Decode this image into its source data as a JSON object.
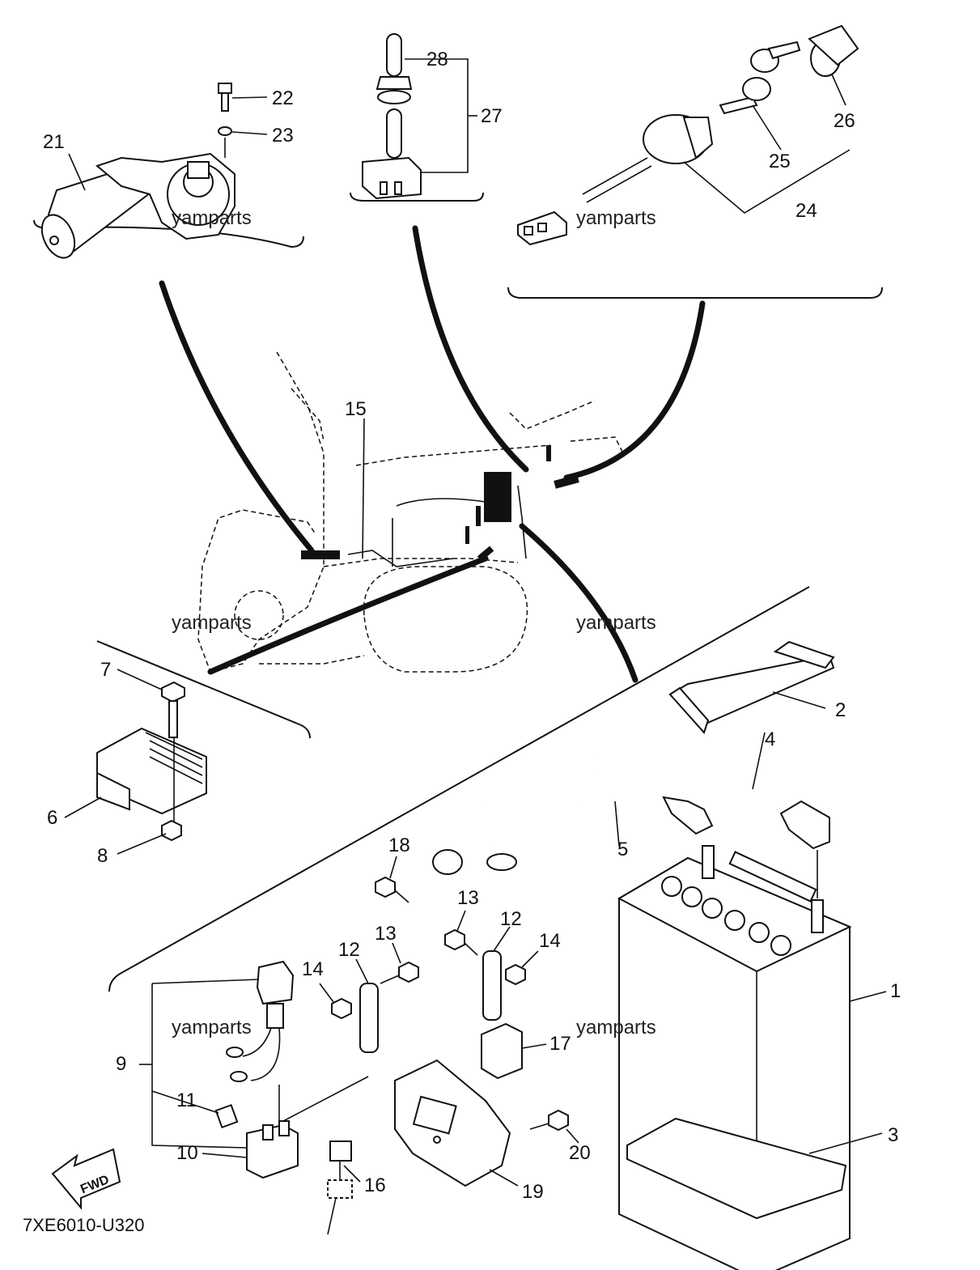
{
  "diagram": {
    "code": "7XE6010-U320",
    "fwd_label": "FWD",
    "watermark": "yamparts",
    "parts": [
      {
        "id": "p1",
        "label": "1",
        "name": "battery-icon"
      },
      {
        "id": "p2",
        "label": "2",
        "name": "battery-band-icon"
      },
      {
        "id": "p3",
        "label": "3",
        "name": "battery-pad-icon"
      },
      {
        "id": "p4",
        "label": "4",
        "name": "battery-cable-positive-icon"
      },
      {
        "id": "p5",
        "label": "5",
        "name": "battery-cable-negative-icon"
      },
      {
        "id": "p6",
        "label": "6",
        "name": "rectifier-regulator-icon"
      },
      {
        "id": "p7",
        "label": "7",
        "name": "bolt-icon"
      },
      {
        "id": "p8",
        "label": "8",
        "name": "nut-icon"
      },
      {
        "id": "p9",
        "label": "9",
        "name": "fuse-holder-icon"
      },
      {
        "id": "p10",
        "label": "10",
        "name": "fuse-box-icon"
      },
      {
        "id": "p11",
        "label": "11",
        "name": "fuse-icon"
      },
      {
        "id": "p12a",
        "label": "12",
        "name": "bracket-icon"
      },
      {
        "id": "p12b",
        "label": "12",
        "name": "bracket-icon"
      },
      {
        "id": "p13a",
        "label": "13",
        "name": "bolt-icon"
      },
      {
        "id": "p13b",
        "label": "13",
        "name": "bolt-icon"
      },
      {
        "id": "p14a",
        "label": "14",
        "name": "nut-icon"
      },
      {
        "id": "p14b",
        "label": "14",
        "name": "nut-icon"
      },
      {
        "id": "p15",
        "label": "15",
        "name": "wire-harness-icon"
      },
      {
        "id": "p16",
        "label": "16",
        "name": "relay-icon"
      },
      {
        "id": "p17",
        "label": "17",
        "name": "relay-icon"
      },
      {
        "id": "p18",
        "label": "18",
        "name": "bolt-icon"
      },
      {
        "id": "p19",
        "label": "19",
        "name": "control-unit-icon"
      },
      {
        "id": "p20",
        "label": "20",
        "name": "bolt-icon"
      },
      {
        "id": "p21",
        "label": "21",
        "name": "servo-motor-icon"
      },
      {
        "id": "p22",
        "label": "22",
        "name": "bolt-icon"
      },
      {
        "id": "p23",
        "label": "23",
        "name": "washer-icon"
      },
      {
        "id": "p24",
        "label": "24",
        "name": "main-switch-icon"
      },
      {
        "id": "p25",
        "label": "25",
        "name": "key-icon"
      },
      {
        "id": "p26",
        "label": "26",
        "name": "switch-cap-icon"
      },
      {
        "id": "p27",
        "label": "27",
        "name": "toggle-switch-icon"
      },
      {
        "id": "p28",
        "label": "28",
        "name": "switch-boot-icon"
      }
    ]
  }
}
